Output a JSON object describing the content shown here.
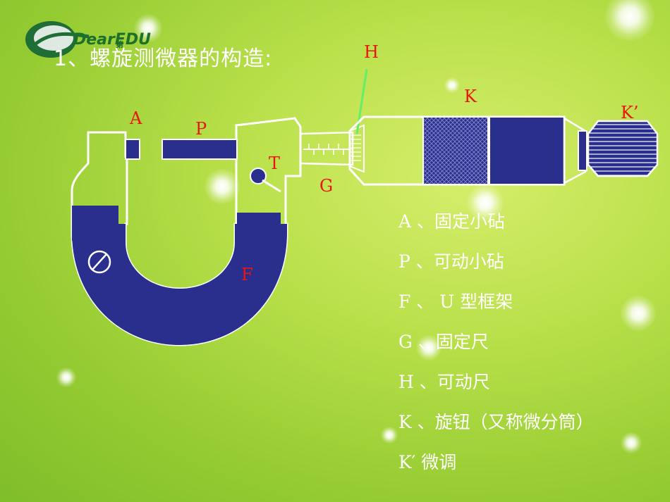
{
  "slide": {
    "title": "1、螺旋测微器的构造:",
    "logo": {
      "text": "DearEDU",
      "sub": "第"
    }
  },
  "labels": {
    "A": "A",
    "P": "P",
    "T": "T",
    "G": "G",
    "H": "H",
    "K": "K",
    "K2": "K’",
    "F": "F"
  },
  "legend": [
    "A 、固定小砧",
    "P 、可动小砧",
    "F 、 U 型框架",
    "G 、固定尺",
    "H 、可动尺",
    "K 、旋钮（又称微分筒）",
    "K′ 微调"
  ],
  "colors": {
    "navy": "#2a2e8c",
    "label_red": "#e8160c",
    "outline": "#ffffff"
  }
}
